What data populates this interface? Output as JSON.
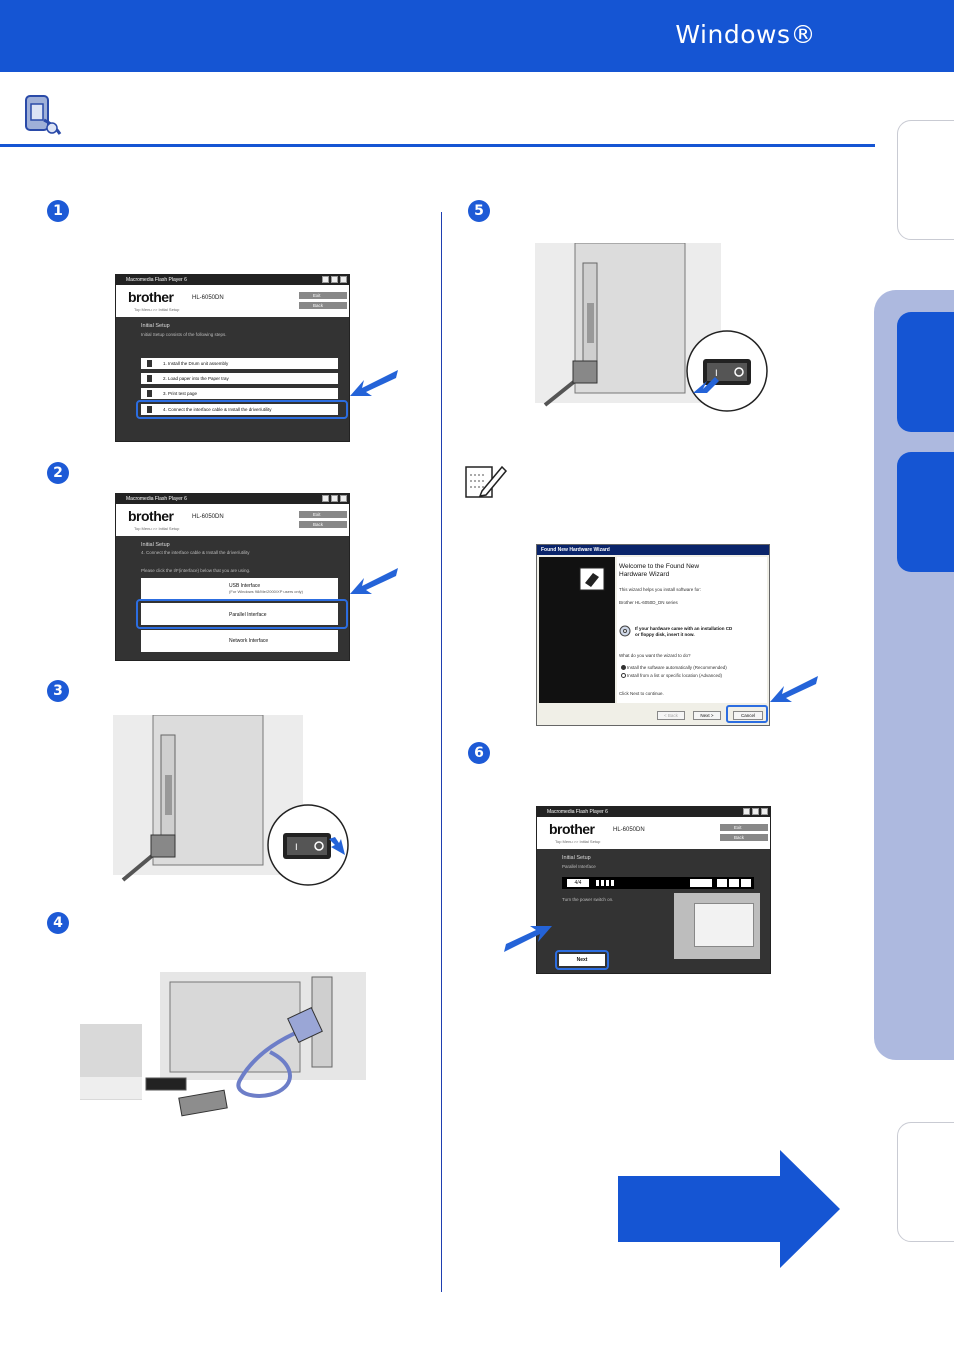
{
  "header": {
    "os_title": "Windows®"
  },
  "steps": [
    "1",
    "2",
    "3",
    "4",
    "5",
    "6"
  ],
  "app_window": {
    "title": "Macromedia Flash Player 6",
    "brand": "brother",
    "model": "HL-6050DN",
    "exit": "Exit",
    "back": "Back",
    "menu": "Top Menu >> Initial Setup"
  },
  "screen1": {
    "section": "Initial Setup",
    "subtitle": "Initial Setup consists of the following steps.",
    "items": [
      "1. Install the Drum unit assembly",
      "2. Load paper into the Paper tray",
      "3. Print test page",
      "4. Connect the interface cable & Install the driver/utility"
    ]
  },
  "screen2": {
    "section": "Initial Setup",
    "subtitle": "4. Connect the interface cable & Install the driver/utility",
    "prompt": "Please click the I/F(interface) below that you are using.",
    "usb": "USB Interface",
    "usb_sub": "(For Windows 98/Me/2000/XP users only)",
    "parallel": "Parallel Interface",
    "network": "Network Interface"
  },
  "wizard": {
    "title": "Found New Hardware Wizard",
    "heading_l1": "Welcome to the Found New",
    "heading_l2": "Hardware Wizard",
    "intro": "This wizard helps you install software for:",
    "device": "Brother HL-6050D_DN series",
    "cd_l1": "If your hardware came with an installation CD",
    "cd_l2": "or floppy disk, insert it now.",
    "question": "What do you want the wizard to do?",
    "opt1": "Install the software automatically (Recommended)",
    "opt2": "Install from a list or specific location (Advanced)",
    "cont": "Click Next to continue.",
    "back_btn": "< Back",
    "next_btn": "Next >",
    "cancel_btn": "Cancel"
  },
  "screen6": {
    "section": "Initial Setup",
    "subtitle": "Parallel Interface",
    "page": "4/4",
    "instruction": "Turn the power switch on.",
    "next": "Next"
  }
}
